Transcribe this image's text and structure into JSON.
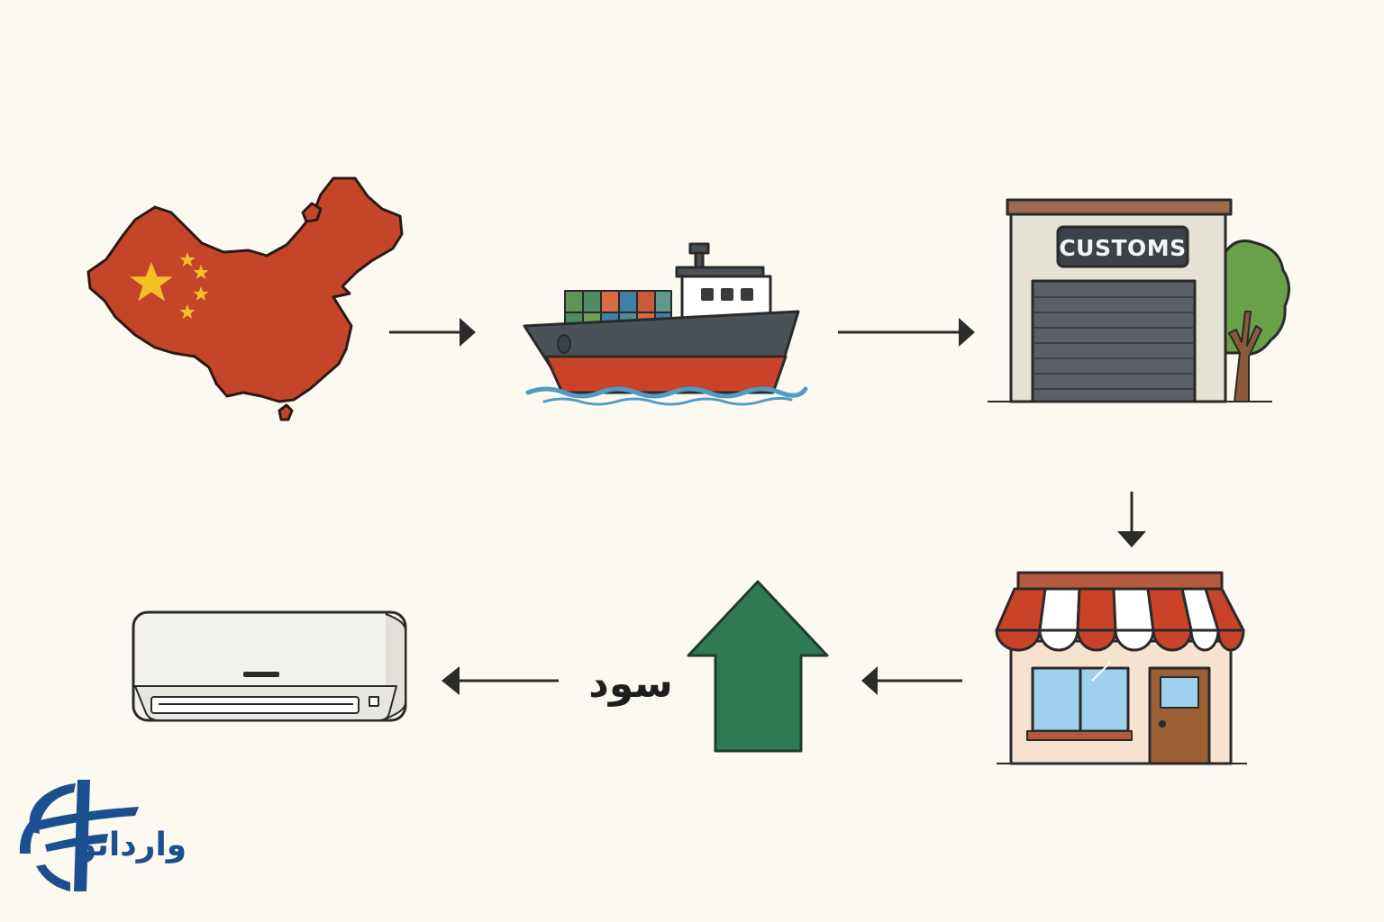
{
  "customs": {
    "sign_text": "CUSTOMS"
  },
  "profit": {
    "label": "سود"
  },
  "brand": {
    "name": "وارداتو"
  },
  "colors": {
    "background": "#fcf9f0",
    "china_red": "#c5452b",
    "star_yellow": "#f6c024",
    "ship_hull": "#4a5258",
    "ship_bottom": "#c9432b",
    "water": "#4f9cc4",
    "profit_green": "#2f7a55",
    "brand_blue": "#1c4f8f",
    "arrow": "#2b2b2b"
  },
  "icons": [
    "china-map-icon",
    "cargo-ship-icon",
    "customs-warehouse-icon",
    "shop-storefront-icon",
    "profit-up-arrow-icon",
    "air-conditioner-icon",
    "brand-logo-icon"
  ]
}
